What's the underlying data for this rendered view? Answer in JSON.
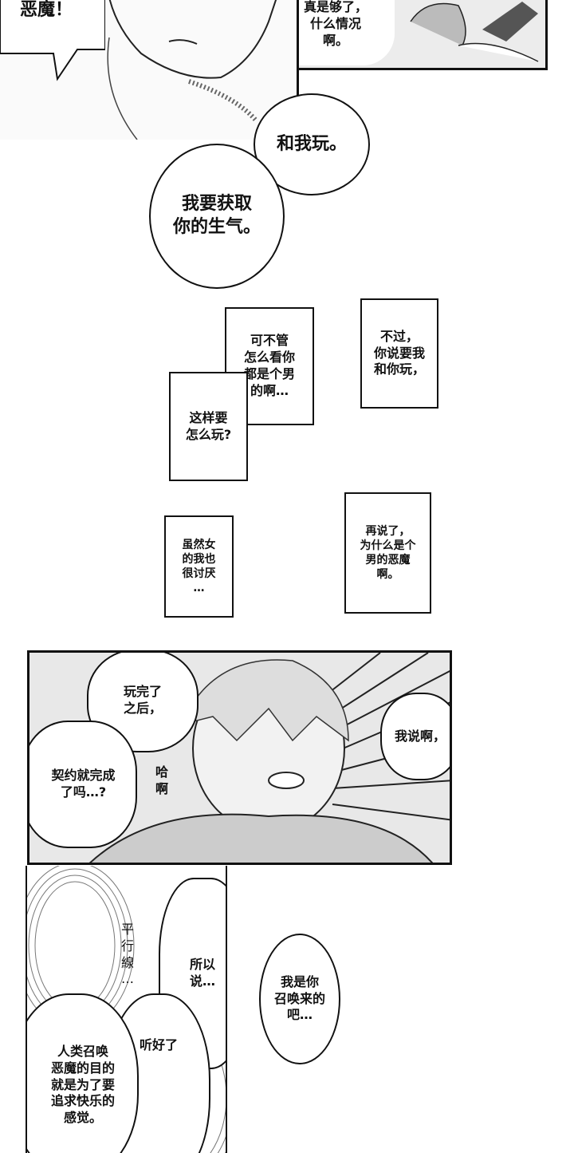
{
  "panels": [
    {
      "bubbles": [
        {
          "text": "恶魔！"
        }
      ]
    },
    {
      "bubbles": [
        {
          "text": "真是够了，\n什么情况\n啊。"
        }
      ]
    }
  ],
  "free_bubbles": [
    {
      "text": "和我玩。"
    },
    {
      "text": "我要获取\n你的生气。"
    },
    {
      "text": "可不管\n怎么看你\n都是个男\n的啊…"
    },
    {
      "text": "这样要\n怎么玩?"
    },
    {
      "text": "不过，\n你说要我\n和你玩，"
    },
    {
      "text": "虽然女\n的我也\n很讨厌\n…"
    },
    {
      "text": "再说了，\n为什么是个\n男的恶魔\n啊。"
    }
  ],
  "panel3": {
    "bubbles": [
      {
        "text": "玩完了\n之后，"
      },
      {
        "text": "我说啊，"
      },
      {
        "text": "契约就完成\n了吗…?"
      },
      {
        "text": "哈\n啊"
      }
    ]
  },
  "panel4": {
    "sfx": "平\n行\n線\n…",
    "bubbles": [
      {
        "text": "所以\n说…"
      },
      {
        "text": "听好了"
      },
      {
        "text": "人类召唤\n恶魔的目的\n就是为了要\n追求快乐的\n感觉。"
      }
    ]
  },
  "last_bubble": {
    "text": "我是你\n召唤来的\n吧…"
  }
}
